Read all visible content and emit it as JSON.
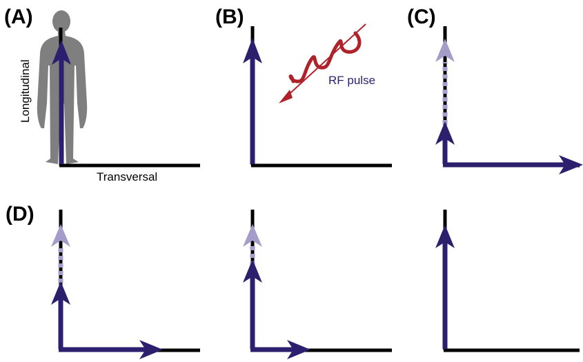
{
  "colors": {
    "axis": "#000000",
    "vector": "#2c1f6e",
    "vector_faded": "#a59cc9",
    "rf_wave": "#b0222a",
    "rf_text": "#2c1f6e",
    "person": "#7f7f7f"
  },
  "panels": {
    "a": {
      "label": "(A)",
      "ylabel": "Longitudinal",
      "xlabel": "Transversal"
    },
    "b": {
      "label": "(B)",
      "rf_label": "RF pulse"
    },
    "c": {
      "label": "(C)"
    },
    "d": {
      "label": "(D)"
    }
  },
  "icons": [
    "person-silhouette-icon",
    "rf-wave-icon"
  ]
}
